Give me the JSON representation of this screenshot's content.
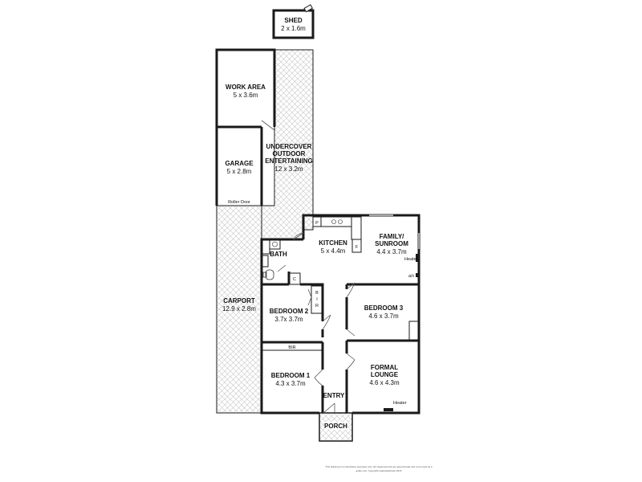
{
  "rooms": {
    "shed": {
      "name": "SHED",
      "dim": "2 x 1.6m"
    },
    "work_area": {
      "name": "WORK AREA",
      "dim": "5 x 3.6m"
    },
    "garage": {
      "name": "GARAGE",
      "dim": "5 x 2.8m"
    },
    "outdoor": {
      "name_line1": "UNDERCOVER",
      "name_line2": "OUTDOOR",
      "name_line3": "ENTERTAINING",
      "dim": "12 x 3.2m"
    },
    "kitchen": {
      "name": "KITCHEN",
      "dim": "5 x 4.4m"
    },
    "family": {
      "name_line1": "FAMILY/",
      "name_line2": "SUNROOM",
      "dim": "4.4 x 3.7m"
    },
    "bath": {
      "name": "BATH"
    },
    "carport": {
      "name": "CARPORT",
      "dim": "12.9 x 2.8m"
    },
    "bedroom2": {
      "name": "BEDROOM 2",
      "dim": "3.7x 3.7m"
    },
    "bedroom3": {
      "name": "BEDROOM 3",
      "dim": "4.6 x 3.7m"
    },
    "bedroom1": {
      "name": "BEDROOM 1",
      "dim": "4.3 x 3.7m"
    },
    "lounge": {
      "name_line1": "FORMAL",
      "name_line2": "LOUNGE",
      "dim": "4.6 x 4.3m"
    },
    "entry": {
      "name": "ENTRY"
    },
    "porch": {
      "name": "PORCH"
    }
  },
  "labels": {
    "roller_door": "Roller Door",
    "pantry": "P",
    "fridge": "F",
    "heater_family": "Heater",
    "ac": "a/c",
    "linen": "C",
    "bir_upper_b": "B",
    "bir_upper_i": "I",
    "bir_upper_r": "R",
    "bir_lower": "BIR",
    "heater_lounge": "Heater"
  },
  "disclaimer": {
    "line1": "This drawing is for illustrative purposes only. All measurements are approximate and to be used as a",
    "line2": "guide only. Copyright realestatephoto 2016"
  }
}
